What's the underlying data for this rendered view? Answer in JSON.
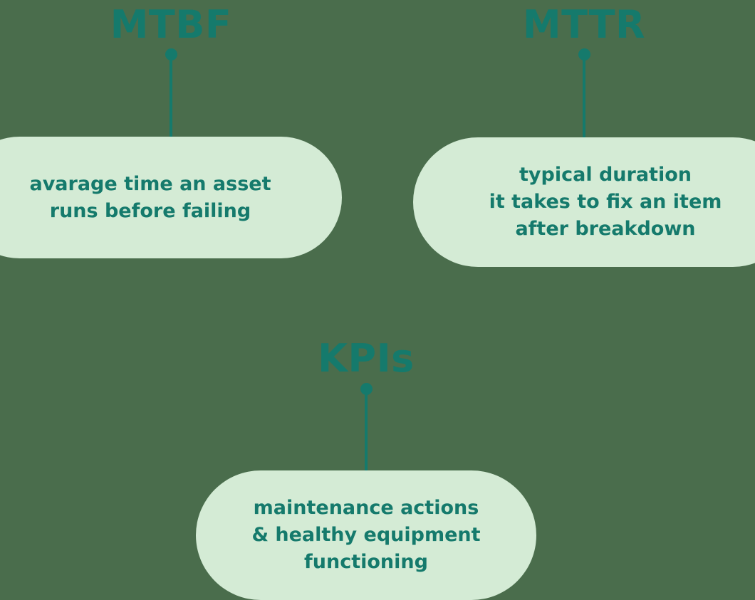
{
  "diagram": {
    "background_color": "#4a6d4c",
    "pill_color": "#d4ebd5",
    "accent_color": "#157a6c",
    "nodes": [
      {
        "id": "mtbf",
        "title": "MTBF",
        "description": "avarage time an asset\nruns before failing"
      },
      {
        "id": "mttr",
        "title": "MTTR",
        "description": "typical duration\nit takes to fix an item\nafter breakdown"
      },
      {
        "id": "kpis",
        "title": "KPIs",
        "description": "maintenance actions\n& healthy equipment\nfunctioning"
      }
    ]
  }
}
